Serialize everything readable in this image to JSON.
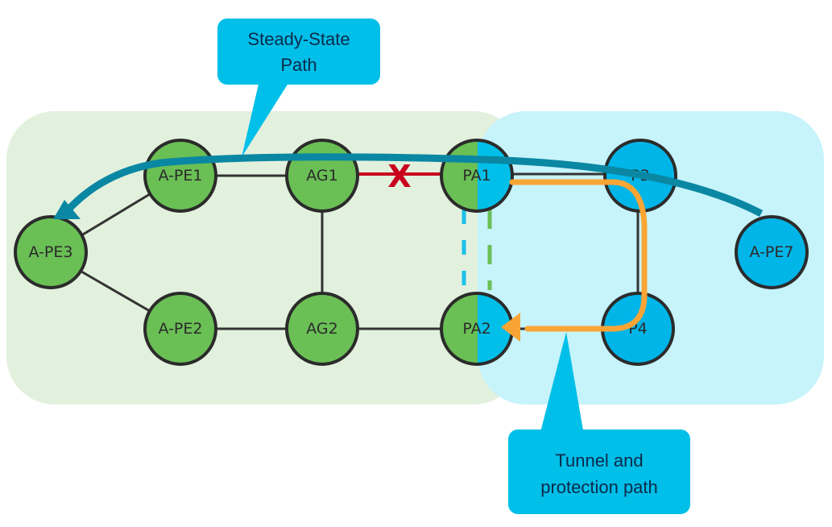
{
  "diagram": {
    "title": "Steady-state path and tunnel protection path topology",
    "colors": {
      "left_domain_bg": "#e2f1dd",
      "right_domain_bg": "#c7f3fb",
      "green_node": "#6abf55",
      "blue_node": "#00b5e8",
      "node_stroke": "#2b2b2b",
      "link": "#333333",
      "failed_link": "#c8001e",
      "steady_path": "#0a87a3",
      "tunnel_path": "#f9a535",
      "callout_bg": "#00bfe8",
      "callout_text": "#0b2a4a",
      "dashed_blue": "#1cc0ea",
      "dashed_green": "#6abf55"
    },
    "domains": [
      {
        "id": "left-domain",
        "color": "green"
      },
      {
        "id": "right-domain",
        "color": "blue"
      }
    ],
    "nodes": [
      {
        "id": "A-PE1",
        "label": "A-PE1",
        "color": "green"
      },
      {
        "id": "AG1",
        "label": "AG1",
        "color": "green"
      },
      {
        "id": "PA1",
        "label": "PA1",
        "color": "split"
      },
      {
        "id": "P3",
        "label": "P3",
        "color": "blue"
      },
      {
        "id": "A-PE3",
        "label": "A-PE3",
        "color": "green"
      },
      {
        "id": "A-PE7",
        "label": "A-PE7",
        "color": "blue"
      },
      {
        "id": "A-PE2",
        "label": "A-PE2",
        "color": "green"
      },
      {
        "id": "AG2",
        "label": "AG2",
        "color": "green"
      },
      {
        "id": "PA2",
        "label": "PA2",
        "color": "split"
      },
      {
        "id": "P4",
        "label": "P4",
        "color": "blue"
      }
    ],
    "links": [
      {
        "from": "A-PE3",
        "to": "A-PE1",
        "status": "up"
      },
      {
        "from": "A-PE3",
        "to": "A-PE2",
        "status": "up"
      },
      {
        "from": "A-PE1",
        "to": "AG1",
        "status": "up"
      },
      {
        "from": "AG1",
        "to": "PA1",
        "status": "failed"
      },
      {
        "from": "AG1",
        "to": "AG2",
        "status": "up"
      },
      {
        "from": "A-PE2",
        "to": "AG2",
        "status": "up"
      },
      {
        "from": "AG2",
        "to": "PA2",
        "status": "up"
      },
      {
        "from": "PA1",
        "to": "P3",
        "status": "up"
      },
      {
        "from": "P3",
        "to": "P4",
        "status": "up"
      },
      {
        "from": "P4",
        "to": "PA2",
        "status": "up"
      },
      {
        "from": "PA1",
        "to": "PA2",
        "status": "dashed-blue"
      },
      {
        "from": "PA1",
        "to": "PA2",
        "status": "dashed-green"
      }
    ],
    "paths": [
      {
        "id": "steady-state",
        "hops": [
          "A-PE7",
          "P3",
          "PA1",
          "AG1",
          "A-PE1",
          "A-PE3"
        ]
      },
      {
        "id": "tunnel-protection",
        "hops": [
          "PA1",
          "P3",
          "P4",
          "PA2"
        ]
      }
    ],
    "failure_marker": "X",
    "callouts": {
      "steady": {
        "lines": [
          "Steady-State",
          "Path"
        ]
      },
      "tunnel": {
        "lines": [
          "Tunnel and",
          "protection path"
        ]
      }
    }
  }
}
